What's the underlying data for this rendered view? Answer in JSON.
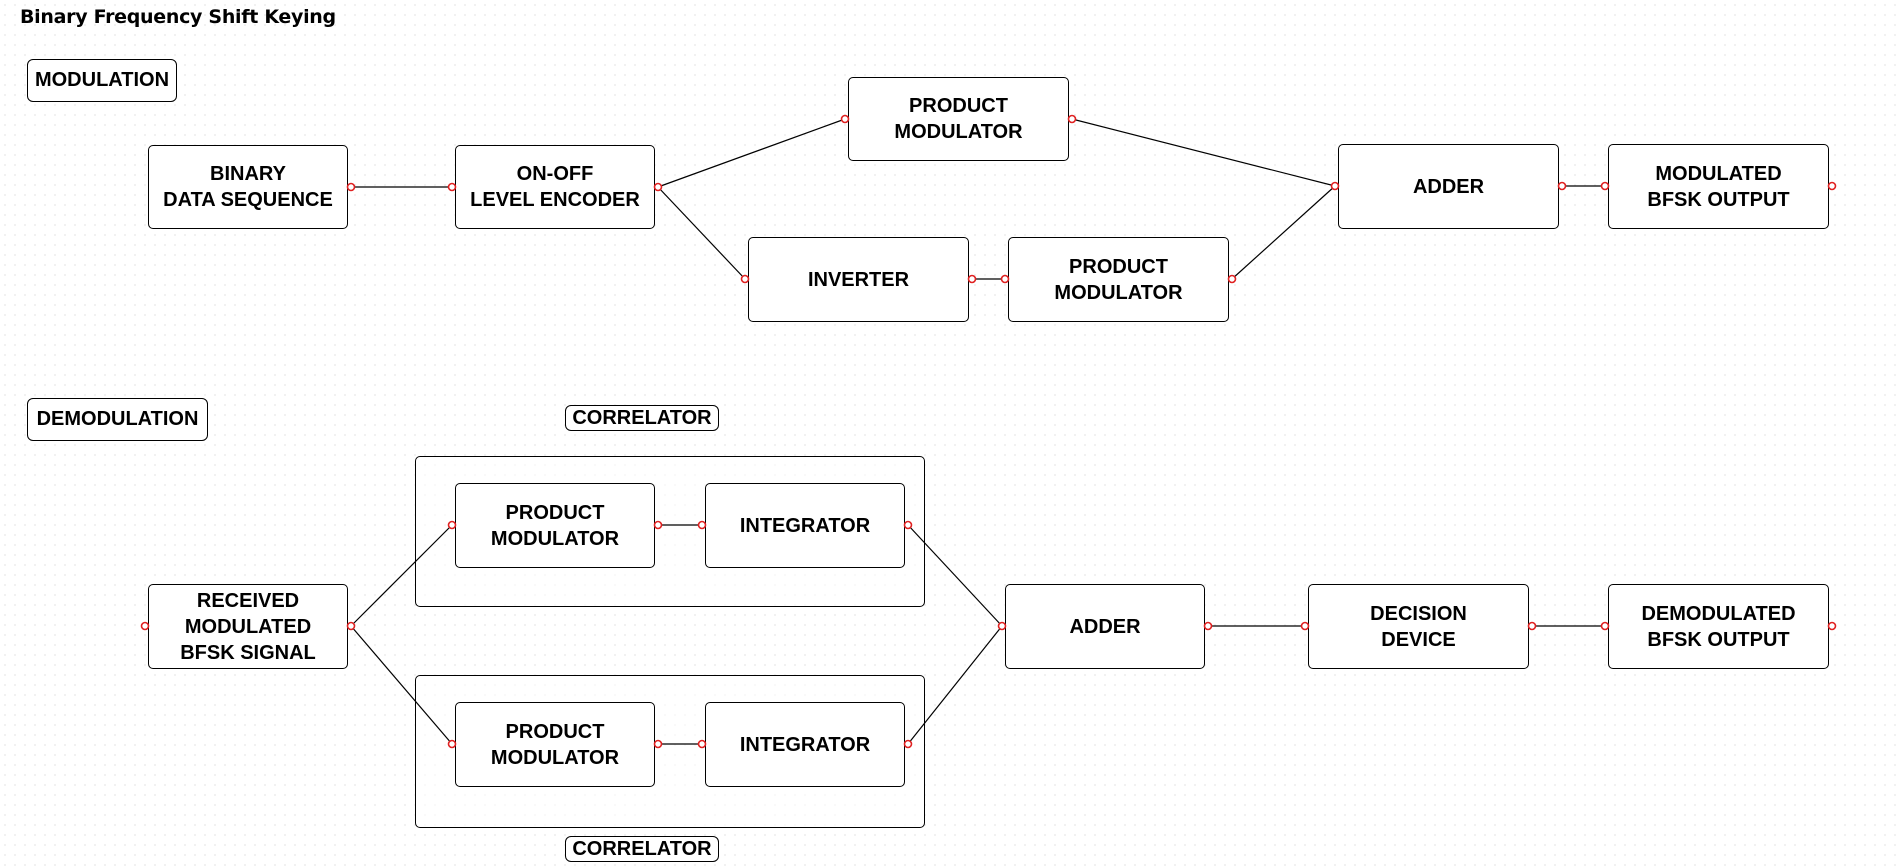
{
  "title": "Binary Frequency Shift Keying",
  "modulation": {
    "label": "MODULATION",
    "blocks": {
      "binary": "BINARY\nDATA SEQUENCE",
      "encoder": "ON-OFF\nLEVEL ENCODER",
      "product_top": "PRODUCT\nMODULATOR",
      "inverter": "INVERTER",
      "product_bottom": "PRODUCT\nMODULATOR",
      "adder": "ADDER",
      "output": "MODULATED\nBFSK OUTPUT"
    }
  },
  "demodulation": {
    "label": "DEMODULATION",
    "correlator_top_label": "CORRELATOR",
    "correlator_bottom_label": "CORRELATOR",
    "blocks": {
      "received": "RECEIVED\nMODULATED\nBFSK SIGNAL",
      "product_top": "PRODUCT\nMODULATOR",
      "integrator_top": "INTEGRATOR",
      "product_bottom": "PRODUCT\nMODULATOR",
      "integrator_bottom": "INTEGRATOR",
      "adder": "ADDER",
      "decision": "DECISION\nDEVICE",
      "output": "DEMODULATED\nBFSK OUTPUT"
    }
  },
  "colors": {
    "wire": "#000000",
    "port": "#e02020"
  }
}
